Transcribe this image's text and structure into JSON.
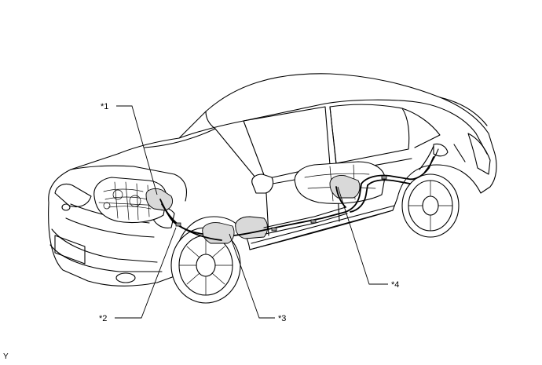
{
  "callouts": [
    {
      "id": "c1",
      "label": "*1"
    },
    {
      "id": "c2",
      "label": "*2"
    },
    {
      "id": "c3",
      "label": "*3"
    },
    {
      "id": "c4",
      "label": "*4"
    }
  ],
  "footer": {
    "code": "Y"
  }
}
